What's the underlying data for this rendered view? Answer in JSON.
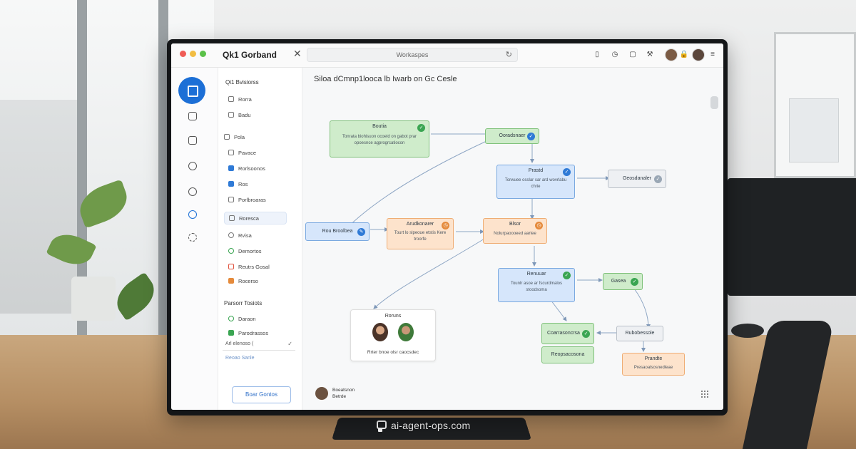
{
  "window": {
    "app_title": "Qk1 Gorband",
    "url": "Workaspes"
  },
  "sidebar": {
    "header": "Qi1 Bvisiorss",
    "items": [
      {
        "label": "Rorra",
        "section": false
      },
      {
        "label": "Badu",
        "section": false
      },
      {
        "label": "Pola",
        "section": true
      },
      {
        "label": "Pavace",
        "section": false
      },
      {
        "label": "Rorlsoonos",
        "section": false
      },
      {
        "label": "Ros",
        "section": false
      },
      {
        "label": "Porlbroaras",
        "section": false
      },
      {
        "label": "Roresca",
        "section": false,
        "selected": true
      },
      {
        "label": "Rvisa",
        "section": false
      },
      {
        "label": "Demortos",
        "section": false
      },
      {
        "label": "Reutrs Gosal",
        "section": false
      },
      {
        "label": "Rocerso",
        "section": false
      }
    ],
    "section2_header": "Parsorr Tosiots",
    "section2_items": [
      "Daraon",
      "Parodrassos"
    ],
    "field_value": "Arl elenoso (",
    "link": "Reoao Sanle",
    "new_button": "Boar Gontos"
  },
  "canvas": {
    "title": "Siloa dCmnp1looca lb Iwarb on Gc Cesle",
    "nodes": {
      "n1": {
        "title": "Boutia",
        "desc": "Tonrata biohisuon ocoeld on gabot prar opoesnce agprogrcatiocon"
      },
      "n2": {
        "title": "Ooradsnaer"
      },
      "n3": {
        "title": "Prastd",
        "desc": "Torwuee osslar sar ard wovrlabu chrie"
      },
      "n4": {
        "title": "Geosdanaler"
      },
      "n5": {
        "title": "Rou Broolbea"
      },
      "n6": {
        "title": "Arudkonarer",
        "desc": "Tourt lo slpeoue etstis Kere troorfe"
      },
      "n7": {
        "title": "Blsor",
        "desc": "Nolurpaoooeed aartee"
      },
      "n8": {
        "title": "Renuuar",
        "desc": "Tounlr asoe ar fscurdmalos stoodsoma"
      },
      "n9": {
        "title": "Gasea"
      },
      "n10": {
        "title": "Coarrasoncrsa"
      },
      "n11": {
        "title": "Rubobessole"
      },
      "n12": {
        "title": "Reopsacosona"
      },
      "n13": {
        "title": "Prandte",
        "desc": "Presaoalsosnedleae"
      }
    },
    "card": {
      "title": "Roruns",
      "desc": "Rrter bnoe olsr caocsdec"
    },
    "user": {
      "name": "Boeatsnon",
      "role": "Betrde"
    }
  },
  "brand": "ai-agent-ops.com",
  "colors": {
    "accent": "#1c6fd6",
    "node_green": "#cfeccb",
    "node_blue": "#d6e6fb",
    "node_orange": "#fde3cc",
    "node_gray": "#eef0f3",
    "status_green": "#3aa552",
    "status_blue": "#2f7ad6",
    "status_orange": "#e58a3b"
  }
}
